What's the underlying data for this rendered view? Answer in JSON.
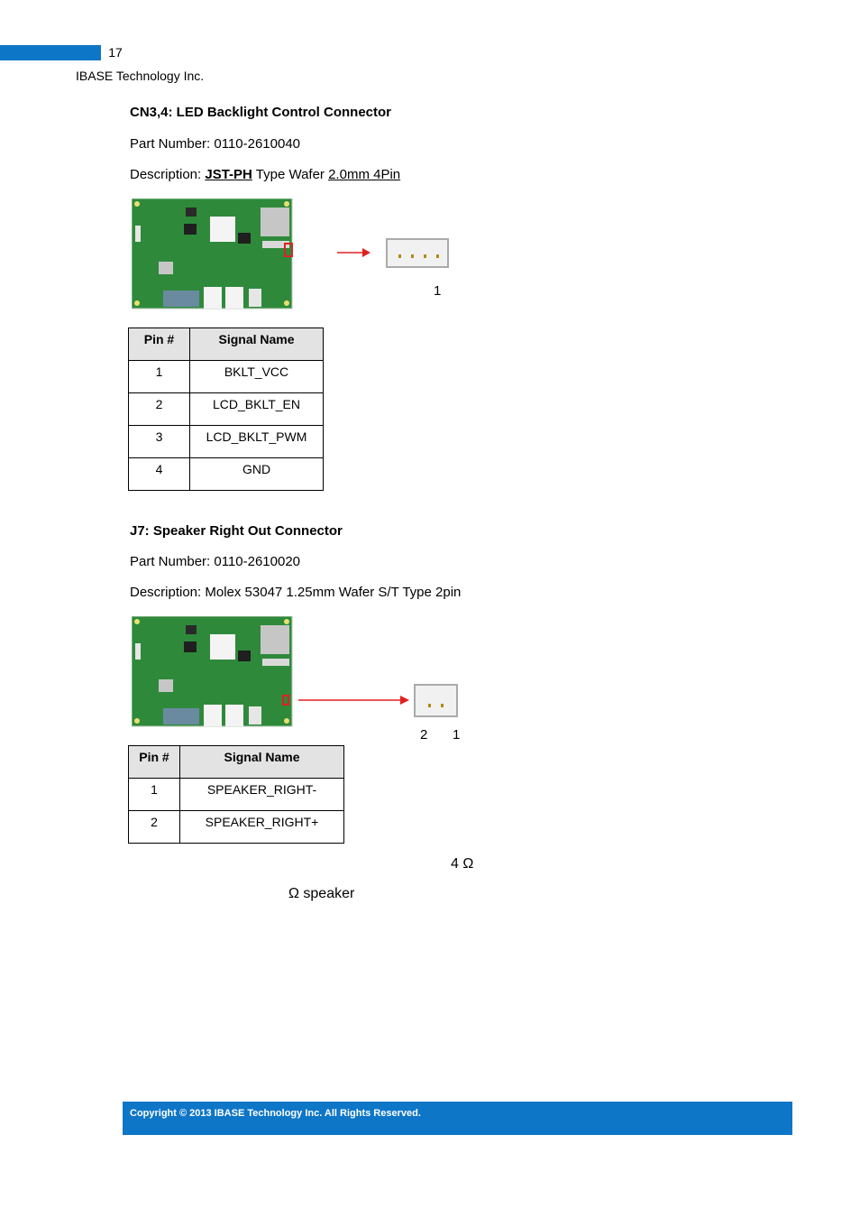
{
  "header": {
    "page_number": "17",
    "company": "IBASE Technology Inc."
  },
  "section1": {
    "title": "CN3,4: LED Backlight Control Connector",
    "part_number": "Part Number: 0110-2610040",
    "desc_prefix": "Description: ",
    "desc_brand": "JST-PH",
    "desc_mid": " Type Wafer ",
    "desc_spec": "2.0mm 4Pin",
    "pin_label": "1",
    "table": {
      "headers": [
        "Pin #",
        "Signal Name"
      ],
      "rows": [
        [
          "1",
          "BKLT_VCC"
        ],
        [
          "2",
          "LCD_BKLT_EN"
        ],
        [
          "3",
          "LCD_BKLT_PWM"
        ],
        [
          "4",
          "GND"
        ]
      ]
    }
  },
  "section2": {
    "title": "J7: Speaker Right Out Connector",
    "part_number": "Part Number: 0110-2610020",
    "description": "Description: Molex 53047 1.25mm Wafer S/T Type 2pin",
    "pin_label_left": "2",
    "pin_label_right": "1",
    "table": {
      "headers": [
        "Pin #",
        "Signal Name"
      ],
      "rows": [
        [
          "1",
          "SPEAKER_RIGHT-"
        ],
        [
          "2",
          "SPEAKER_RIGHT+"
        ]
      ]
    },
    "note1": "4 Ω",
    "note2": "Ω speaker"
  },
  "footer": {
    "copyright": "Copyright © 2013 IBASE Technology Inc. All Rights Reserved."
  },
  "colors": {
    "accent": "#0e76c7",
    "arrow": "#e02020",
    "pcb": "#2e8a3a"
  }
}
